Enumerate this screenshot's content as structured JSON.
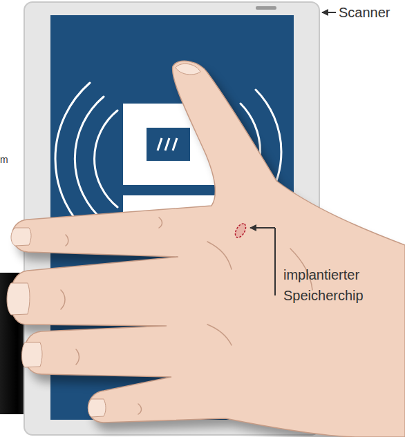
{
  "diagram": {
    "labels": [
      "Scanner",
      "implantierter Speicherchip",
      "m"
    ]
  }
}
